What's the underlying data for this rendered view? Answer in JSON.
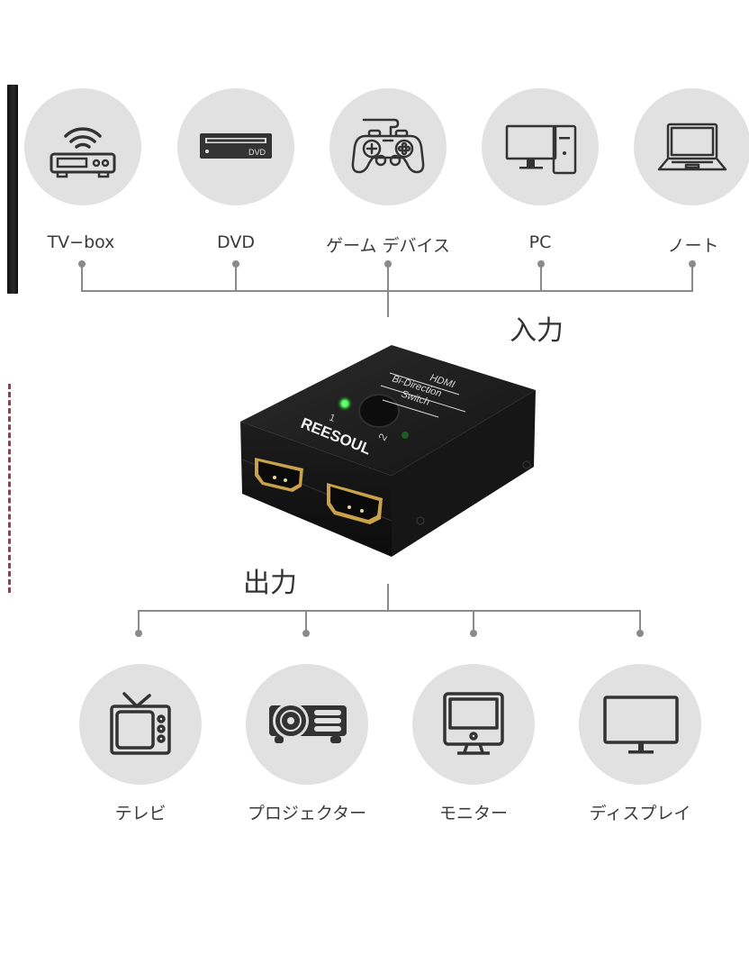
{
  "input_section": {
    "heading": "入力",
    "devices": [
      {
        "label": "TV−box",
        "icon": "tv-box-icon"
      },
      {
        "label": "DVD",
        "icon": "dvd-player-icon",
        "icon_text": "DVD"
      },
      {
        "label": "ゲーム デバイス",
        "icon": "game-controller-icon"
      },
      {
        "label": "PC",
        "icon": "desktop-pc-icon"
      },
      {
        "label": "ノート",
        "icon": "laptop-icon"
      }
    ]
  },
  "product": {
    "brand": "REESOUL",
    "panel_text": [
      "HDMI",
      "Bi-Direction",
      "Switch"
    ],
    "port_labels": [
      "1",
      "2"
    ],
    "colors": {
      "body": "#1a1a1a",
      "led_on": "#3bff4a",
      "led_off": "#1e5a22",
      "connector": "#c9a24a"
    }
  },
  "output_section": {
    "heading": "出力",
    "devices": [
      {
        "label": "テレビ",
        "icon": "retro-tv-icon"
      },
      {
        "label": "プロジェクター",
        "icon": "projector-icon"
      },
      {
        "label": "モニター",
        "icon": "monitor-icon"
      },
      {
        "label": "ディスプレイ",
        "icon": "display-icon"
      }
    ]
  },
  "colors": {
    "circle_bg": "#e1e1e1",
    "connector_line": "#8a8a8a",
    "icon_stroke": "#333333"
  }
}
